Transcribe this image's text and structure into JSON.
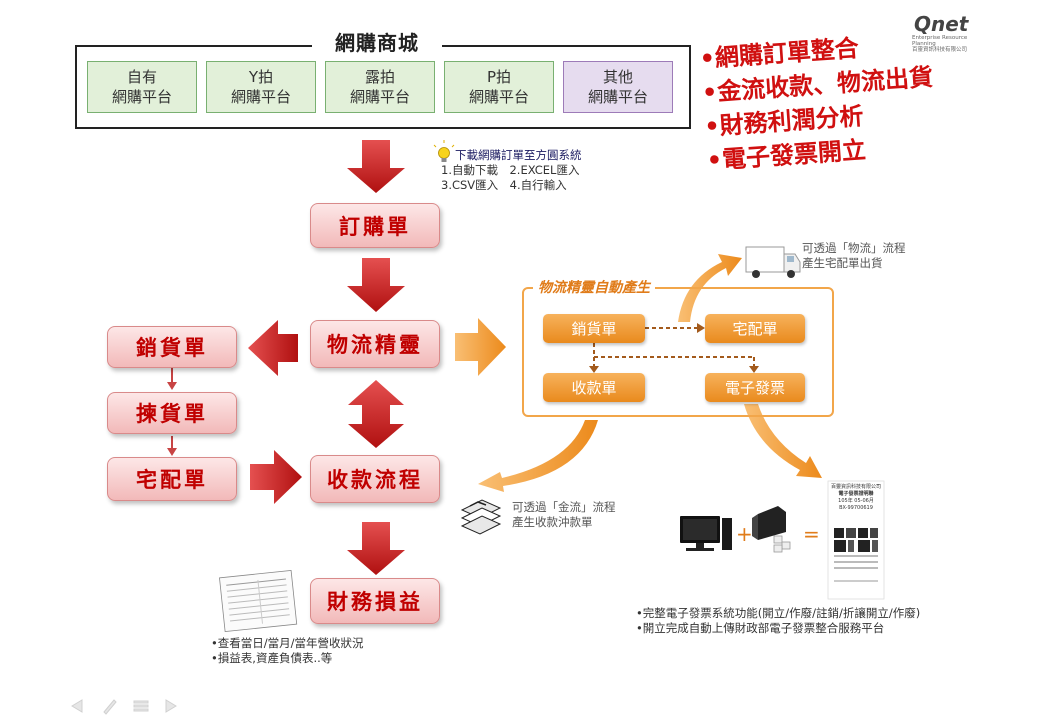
{
  "logo": {
    "brand": "Qnet",
    "sub": "Enterprise Resource Planning",
    "company": "百靈資訊科技有限公司"
  },
  "mall": {
    "title": "網購商城",
    "platforms": [
      {
        "line1": "自有",
        "line2": "網購平台"
      },
      {
        "line1": "Y拍",
        "line2": "網購平台"
      },
      {
        "line1": "露拍",
        "line2": "網購平台"
      },
      {
        "line1": "P拍",
        "line2": "網購平台"
      },
      {
        "line1": "其他",
        "line2": "網購平台"
      }
    ]
  },
  "features": [
    "•網購訂單整合",
    "•金流收款、物流出貨",
    "•財務利潤分析",
    "•電子發票開立"
  ],
  "download_note": {
    "title": "下載網購訂單至方圓系統",
    "line1": "1.自動下載　2.EXCEL匯入",
    "line2": "3.CSV匯入　4.自行輸入"
  },
  "flow": {
    "order": "訂購單",
    "wizard": "物流精靈",
    "collection": "收款流程",
    "pnl": "財務損益"
  },
  "left_chain": {
    "sales": "銷貨單",
    "picking": "揀貨單",
    "delivery": "宅配單"
  },
  "auto": {
    "title": "物流精靈自動產生",
    "sales": "銷貨單",
    "delivery": "宅配單",
    "receipt": "收款單",
    "einvoice": "電子發票"
  },
  "notes": {
    "logistics": {
      "line1": "可透過「物流」流程",
      "line2": "產生宅配單出貨"
    },
    "cashflow": {
      "line1": "可透過「金流」流程",
      "line2": "產生收款沖款單"
    },
    "einvoice": {
      "line1": "•完整電子發票系統功能(開立/作廢/註銷/折讓開立/作廢)",
      "line2": "•開立完成自動上傳財政部電子發票整合服務平台"
    },
    "pnl": {
      "line1": "•查看當日/當月/當年營收狀況",
      "line2": "•損益表,資產負債表..等"
    }
  },
  "invoice": {
    "company": "百靈資訊科技有限公司",
    "title": "電子發票證明聯",
    "date": "105年 05-06月",
    "number": "BX-99700619"
  },
  "colors": {
    "red_text": "#c00000",
    "orange": "#e98a1d",
    "green_box": "#e2f0d9",
    "purple_box": "#e6dcef"
  }
}
